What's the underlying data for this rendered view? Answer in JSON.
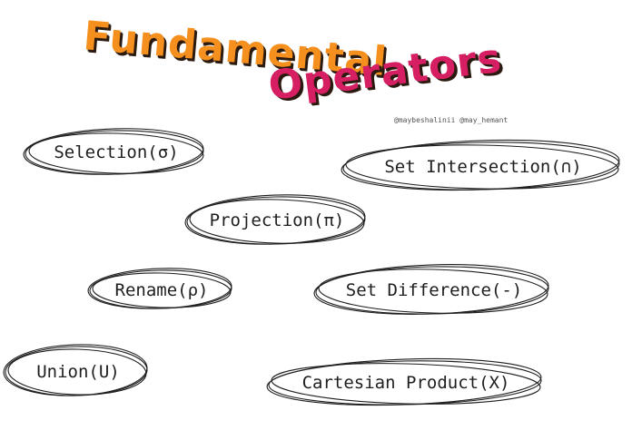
{
  "title": {
    "line1": "Fundamental",
    "line2": "Operators",
    "colors": {
      "line1": "#f5901e",
      "line2": "#d61f63",
      "outline": "#2a1a10"
    }
  },
  "credit": "@maybeshalinii @may_hemant",
  "operators": [
    {
      "id": "selection",
      "label": "Selection(σ)"
    },
    {
      "id": "set-intersection",
      "label": "Set Intersection(∩)"
    },
    {
      "id": "projection",
      "label": "Projection(π)"
    },
    {
      "id": "rename",
      "label": "Rename(ρ)"
    },
    {
      "id": "set-difference",
      "label": "Set Difference(-)"
    },
    {
      "id": "union",
      "label": "Union(U)"
    },
    {
      "id": "cartesian-product",
      "label": "Cartesian Product(X)"
    }
  ]
}
